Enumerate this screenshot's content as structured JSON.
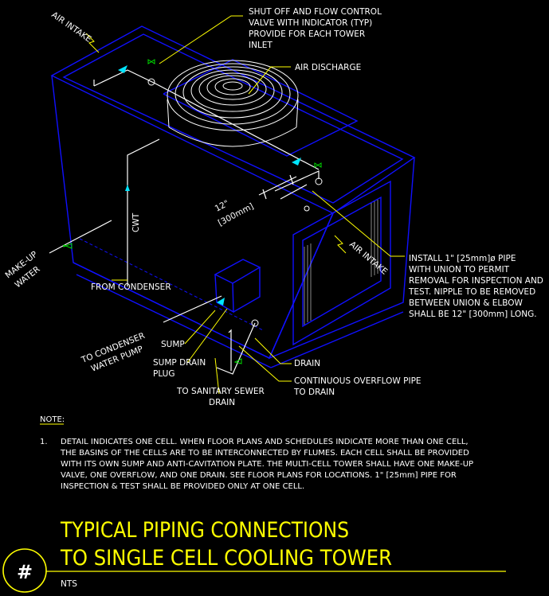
{
  "labels": {
    "air_intake_top": "AIR INTAKE",
    "air_intake_right": "AIR INTAKE",
    "shutoff_valve": [
      "SHUT OFF AND FLOW CONTROL",
      "VALVE WITH INDICATOR (TYP)",
      "PROVIDE FOR EACH TOWER",
      "INLET"
    ],
    "air_discharge": "AIR DISCHARGE",
    "cwt": "CWT",
    "dim_imperial": "12\"",
    "dim_metric": "[300mm]",
    "make_up_water": [
      "MAKE-UP",
      "WATER"
    ],
    "from_condenser": "FROM CONDENSER",
    "install_note": [
      "INSTALL 1\" [25mm]ø PIPE",
      "WITH UNION TO PERMIT",
      "REMOVAL FOR INSPECTION AND",
      "TEST.  NIPPLE TO BE REMOVED",
      "BETWEEN UNION & ELBOW",
      "SHALL BE 12\" [300mm] LONG."
    ],
    "to_condenser_pump": [
      "TO CONDENSER",
      "WATER PUMP"
    ],
    "sump": "SUMP",
    "sump_drain_plug": [
      "SUMP DRAIN",
      "PLUG"
    ],
    "drain": "DRAIN",
    "overflow": [
      "CONTINUOUS OVERFLOW PIPE",
      "TO DRAIN"
    ],
    "sanitary_sewer": [
      "TO SANITARY SEWER",
      "DRAIN"
    ]
  },
  "note": {
    "heading": "NOTE:",
    "number": "1.",
    "lines": [
      "DETAIL INDICATES ONE CELL. WHEN FLOOR PLANS AND SCHEDULES INDICATE MORE THAN ONE CELL,",
      "THE BASINS OF THE CELLS ARE TO BE INTERCONNECTED BY FLUMES. EACH CELL SHALL BE PROVIDED",
      "WITH ITS OWN SUMP AND ANTI-CAVITATION PLATE. THE MULTI-CELL TOWER SHALL HAVE ONE MAKE-UP",
      "VALVE, ONE OVERFLOW, AND ONE DRAIN. SEE FLOOR PLANS FOR LOCATIONS. 1\" [25mm] PIPE FOR",
      "INSPECTION & TEST SHALL BE PROVIDED ONLY AT ONE CELL."
    ]
  },
  "title": {
    "line1": "TYPICAL PIPING CONNECTIONS",
    "line2": "TO SINGLE CELL COOLING TOWER",
    "scale": "NTS",
    "detail_symbol": "#"
  },
  "colors": {
    "background": "#000000",
    "tower_outline": "#1010ff",
    "title": "#ffff00",
    "flow_arrow": "#00e5ff",
    "pipe": "#ffffff"
  }
}
